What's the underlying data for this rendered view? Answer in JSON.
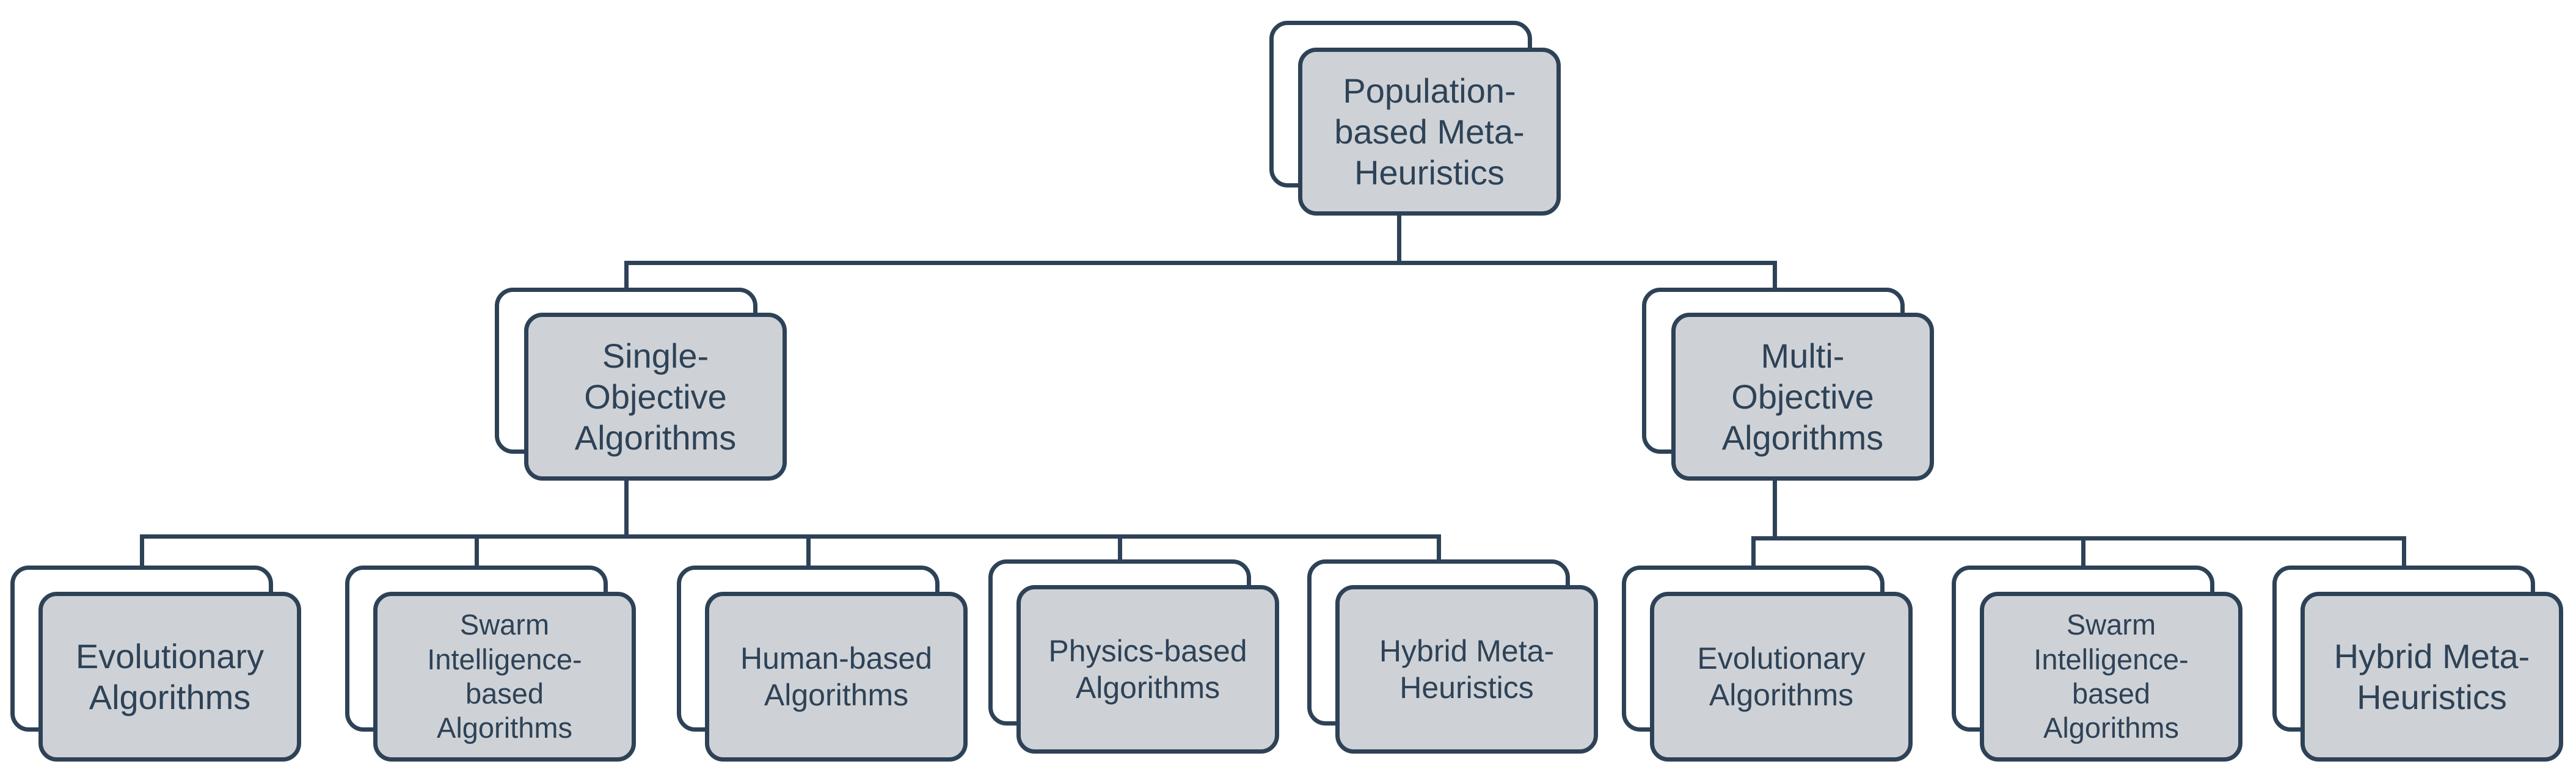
{
  "root": {
    "label": "Population-\nbased Meta-\nHeuristics"
  },
  "single_objective": {
    "label": "Single-\nObjective\nAlgorithms",
    "children": [
      "Evolutionary\nAlgorithms",
      "Swarm\nIntelligence-\nbased\nAlgorithms",
      "Human-based\nAlgorithms",
      "Physics-based\nAlgorithms",
      "Hybrid Meta-\nHeuristics"
    ]
  },
  "multi_objective": {
    "label": "Multi-\nObjective\nAlgorithms",
    "children": [
      "Evolutionary\nAlgorithms",
      "Swarm\nIntelligence-\nbased\nAlgorithms",
      "Hybrid Meta-\nHeuristics"
    ]
  },
  "colors": {
    "stroke": "#2e4257",
    "fill": "#ced2d6",
    "back_fill": "#ffffff",
    "text": "#2e4257"
  }
}
